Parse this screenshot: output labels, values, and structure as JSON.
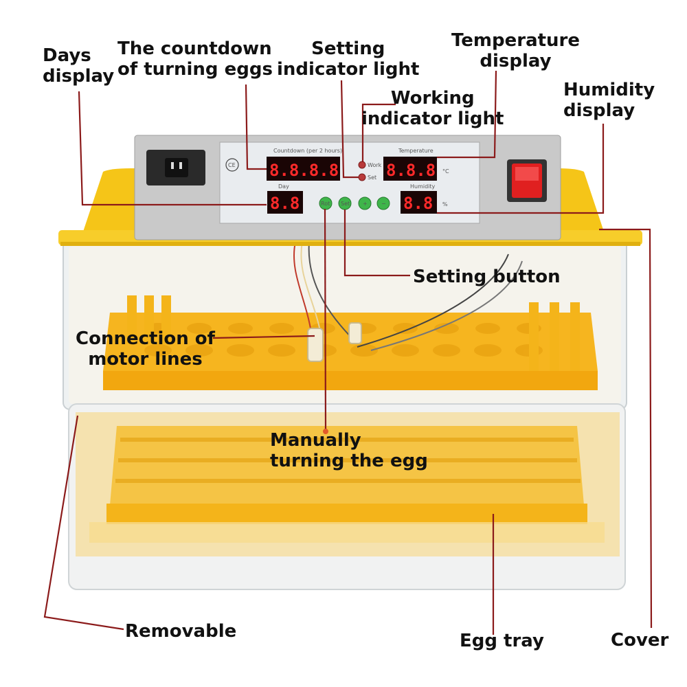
{
  "labels": {
    "days_display": "Days\ndisplay",
    "countdown": "The countdown\nof turning eggs",
    "setting_light": "Setting\nindicator light",
    "temperature_display": "Temperature\ndisplay",
    "working_light": "Working\nindicator light",
    "humidity_display": "Humidity\ndisplay",
    "setting_button": "Setting button",
    "motor_lines": "Connection of\nmotor lines",
    "manual_turning": "Manually\nturning the egg",
    "removable": "Removable",
    "egg_tray": "Egg tray",
    "cover": "Cover"
  },
  "panel": {
    "countdown_caption": "Countdown (per 2 hours)",
    "temperature_caption": "Temperature",
    "day_caption": "Day",
    "humidity_caption": "Humidity",
    "countdown_digits": "8.8.8.8",
    "temperature_digits": "8.8.8",
    "day_digits": "8.8",
    "humidity_digits": "8.8",
    "temp_unit": "°C",
    "humidity_unit": "%",
    "work_label": "Work",
    "set_label": "Set",
    "ce_mark": "CE",
    "buttons": [
      "Rot",
      "Set",
      "+",
      "−"
    ]
  },
  "colors": {
    "leader_line": "#8b1a1a",
    "lid_yellow": "#f5c518",
    "tray_yellow": "#f4b41a",
    "panel_gray": "#c9c9c9",
    "display_red": "#ff2a2a",
    "switch_red": "#e02020"
  }
}
